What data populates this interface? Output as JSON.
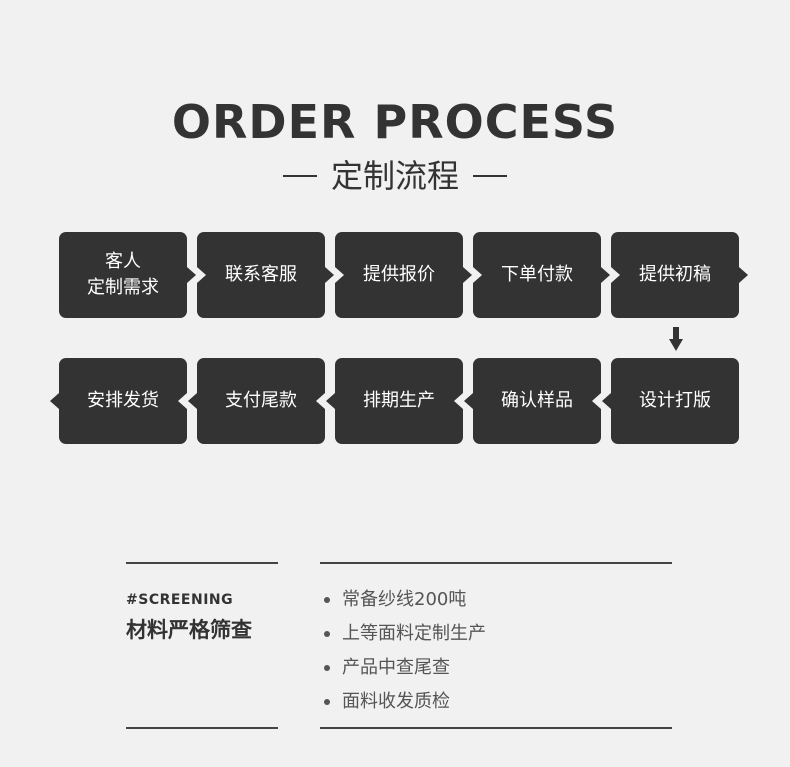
{
  "header": {
    "title": "ORDER PROCESS",
    "subtitle": "定制流程"
  },
  "process": {
    "row1": [
      {
        "label": "客人\n定制需求"
      },
      {
        "label": "联系客服"
      },
      {
        "label": "提供报价"
      },
      {
        "label": "下单付款"
      },
      {
        "label": "提供初稿"
      }
    ],
    "row2": [
      {
        "label": "设计打版"
      },
      {
        "label": "确认样品"
      },
      {
        "label": "排期生产"
      },
      {
        "label": "支付尾款"
      },
      {
        "label": "安排发货"
      }
    ]
  },
  "screening": {
    "tag": "#SCREENING",
    "title": "材料严格筛查",
    "items": [
      "常备纱线200吨",
      "上等面料定制生产",
      "产品中查尾查",
      "面料收发质检"
    ]
  },
  "colors": {
    "background": "#f1f1f1",
    "box": "#333333",
    "box_text": "#ffffff"
  }
}
